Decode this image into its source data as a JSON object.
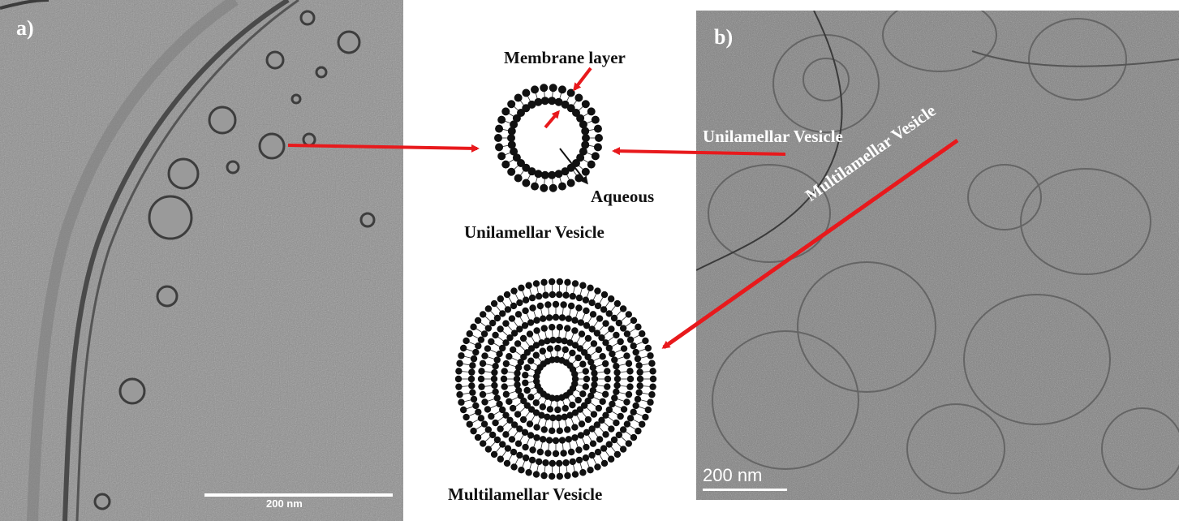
{
  "panel_a": {
    "label": "a)",
    "scale_bar": "200 nm"
  },
  "panel_b": {
    "label": "b)",
    "scale_bar": "200 nm",
    "unilamellar_label": "Unilamellar Vesicle",
    "multilamellar_label": "Multilamellar Vesicle"
  },
  "diagram": {
    "membrane_label": "Membrane layer",
    "aqueous_label": "Aqueous",
    "unilamellar_caption": "Unilamellar Vesicle",
    "multilamellar_caption": "Multilamellar Vesicle"
  },
  "colors": {
    "arrow": "#e8191c",
    "micrograph_a": "#8a8a8a",
    "micrograph_b": "#7b7b7b"
  }
}
